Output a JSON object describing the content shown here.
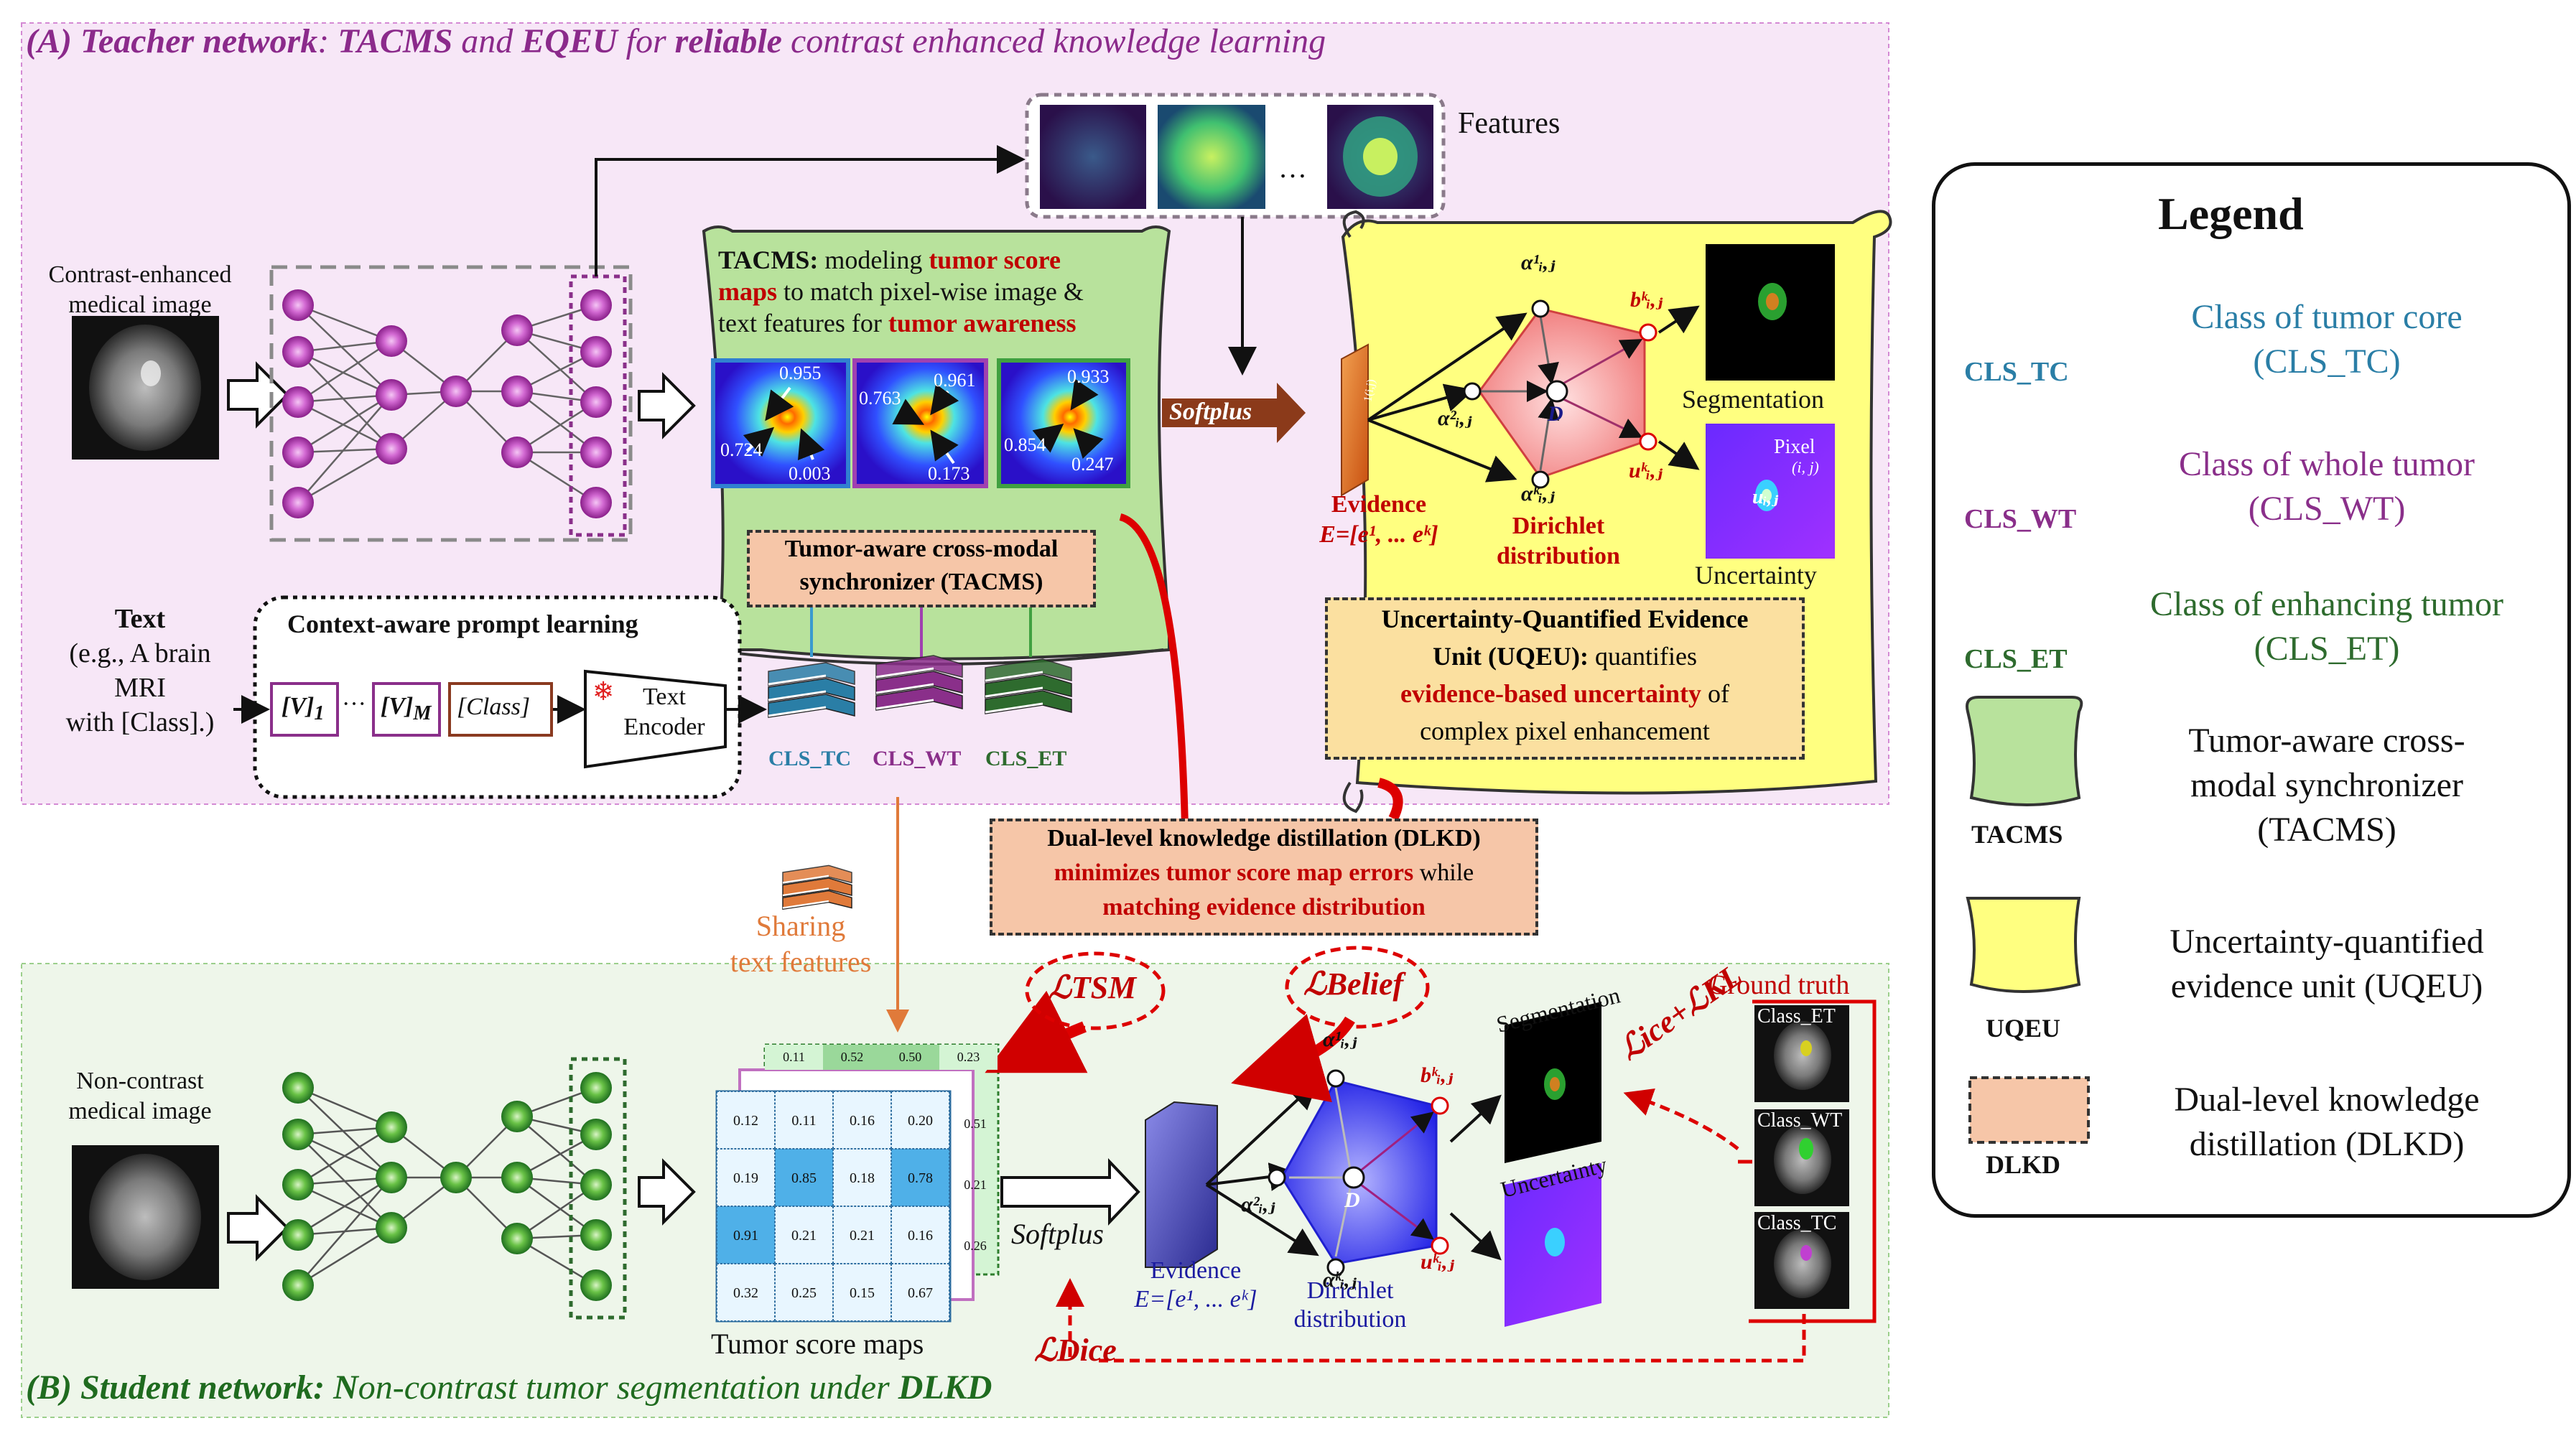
{
  "teacher": {
    "title_a": "(A) ",
    "title_b": "Teacher network",
    "title_c": ": ",
    "title_d": "TACMS",
    "title_e": " and ",
    "title_f": "EQEU",
    "title_g": " for ",
    "title_h": "reliable",
    "title_i": " contrast enhanced knowledge learning",
    "input_label_1": "Contrast-enhanced",
    "input_label_2": "medical image",
    "features_label": "Features",
    "tacms_text_1a": "TACMS:",
    "tacms_text_1b": " modeling ",
    "tacms_text_1c": "tumor score",
    "tacms_text_2a": "maps",
    "tacms_text_2b": " to match pixel-wise image &",
    "tacms_text_3a": "text features for ",
    "tacms_text_3b": "tumor awareness",
    "score_maps": [
      {
        "top": "0.955",
        "left": "0.724",
        "right": "0.003"
      },
      {
        "top_a": "0.763",
        "top_b": "0.961",
        "bottom": "0.173"
      },
      {
        "top": "0.933",
        "left": "0.854",
        "right": "0.247"
      }
    ],
    "tacms_box_1": "Tumor-aware cross-modal",
    "tacms_box_2": "synchronizer (TACMS)",
    "softplus": "Softplus",
    "text_title": "Text",
    "text_example_1": "(e.g., A brain",
    "text_example_2": "MRI",
    "text_example_3": "with [Class].)",
    "prompt_title": "Context-aware prompt learning",
    "v1": "[V]",
    "v1_sub": "1",
    "dots": "···",
    "vm": "[V]",
    "vm_sub": "M",
    "class_token": "[Class]",
    "text_encoder_1": "Text",
    "text_encoder_2": "Encoder",
    "cls_tc": "CLS_TC",
    "cls_wt": "CLS_WT",
    "cls_et": "CLS_ET",
    "evidence_1": "Evidence",
    "evidence_2": "E=[e¹, ... eᵏ]",
    "dirichlet_1": "Dirichlet",
    "dirichlet_2": "distribution",
    "alpha_1": "α¹ᵢ,ⱼ",
    "alpha_2": "α²ᵢ,ⱼ",
    "alpha_k": "αᵏᵢ,ⱼ",
    "b_label": "bᵏᵢ,ⱼ",
    "u_label": "uᵏᵢ,ⱼ",
    "d_label": "D",
    "segmentation": "Segmentation",
    "uncertainty": "Uncertainty",
    "pixel_1": "Pixel",
    "pixel_2": "(i, j)",
    "pixel_3": "uᵢ,ⱼ",
    "uqeu_1": "Uncertainty-Quantified Evidence",
    "uqeu_2a": "Unit (UQEU):",
    "uqeu_2b": " quantifies",
    "uqeu_3a": "evidence-based uncertainty",
    "uqeu_3b": " of",
    "uqeu_4": "complex pixel enhancement",
    "uqeu_evidence_vol": "1(i,j)"
  },
  "dlkd": {
    "line_1": "Dual-level knowledge distillation (DLKD)",
    "line_2a": "minimizes tumor score map errors",
    "line_2b": " while",
    "line_3": "matching evidence distribution"
  },
  "sharing_1": "Sharing",
  "sharing_2": "text features",
  "losses": {
    "tsm": "ℒTSM",
    "belief": "ℒBelief",
    "dice": "ℒDice",
    "ice_kl": "ℒice+ℒKL"
  },
  "student": {
    "title_a": "(B) ",
    "title_b": "Student network: ",
    "title_c": "N",
    "title_d": "on-contrast tumor segmentation under ",
    "title_e": "DLKD",
    "input_label_1": "Non-contrast",
    "input_label_2": "medical image",
    "grid_back": [
      "0.11",
      "0.52",
      "0.50",
      "0.23"
    ],
    "grid_side": [
      "0.51",
      "0.21",
      "0.26"
    ],
    "grid": [
      [
        "0.12",
        "0.11",
        "0.16",
        "0.20"
      ],
      [
        "0.19",
        "0.85",
        "0.18",
        "0.78"
      ],
      [
        "0.91",
        "0.21",
        "0.21",
        "0.16"
      ],
      [
        "0.32",
        "0.25",
        "0.15",
        "0.67"
      ]
    ],
    "tumor_score_maps": "Tumor score maps",
    "softplus": "Softplus",
    "evidence_1": "Evidence",
    "evidence_2": "E=[e¹, ... eᵏ]",
    "dirichlet_1": "Dirichlet",
    "dirichlet_2": "distribution",
    "segmentation": "Segmentation",
    "uncertainty": "Uncertainty",
    "ground_truth": "Ground truth",
    "gt_et": "Class_ET",
    "gt_wt": "Class_WT",
    "gt_tc": "Class_TC"
  },
  "legend": {
    "title": "Legend",
    "tc_1": "Class of tumor core",
    "tc_2": "(CLS_TC)",
    "wt_1": "Class of whole tumor",
    "wt_2": "(CLS_WT)",
    "et_1": "Class of enhancing tumor",
    "et_2": "(CLS_ET)",
    "tacms_1": "Tumor-aware cross-",
    "tacms_2": "modal synchronizer",
    "tacms_3": "(TACMS)",
    "uqeu_1": "Uncertainty-quantified",
    "uqeu_2": "evidence unit (UQEU)",
    "dlkd_1": "Dual-level knowledge",
    "dlkd_2": "distillation (DLKD)",
    "icon_tc": "CLS_TC",
    "icon_wt": "CLS_WT",
    "icon_et": "CLS_ET",
    "icon_tacms": "TACMS",
    "icon_uqeu": "UQEU",
    "icon_dlkd": "DLKD"
  },
  "colors": {
    "tc": "#2a7ea6",
    "wt": "#8a2f8a",
    "et": "#2e6b2e",
    "emph_red": "#c00000",
    "teacher_purple": "#8b2a8b",
    "student_green": "#1f6b1f",
    "orange": "#e07a3a"
  }
}
